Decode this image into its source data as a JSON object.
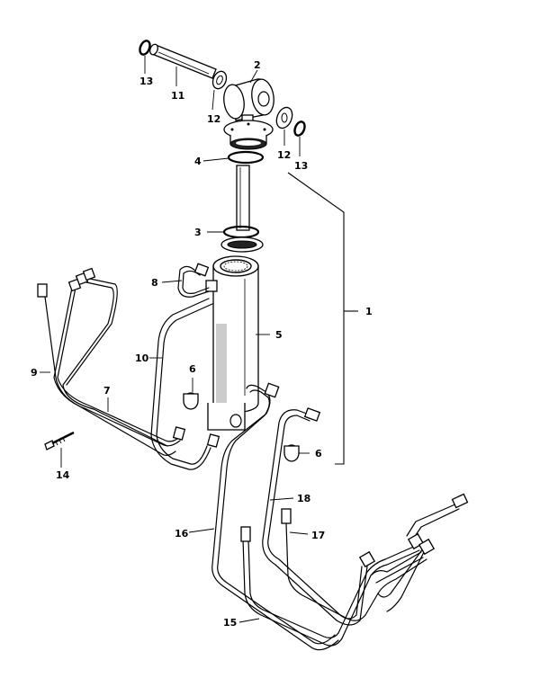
{
  "callouts": [
    {
      "id": "c1",
      "text": "1"
    },
    {
      "id": "c2",
      "text": "2"
    },
    {
      "id": "c3",
      "text": "3"
    },
    {
      "id": "c4",
      "text": "4"
    },
    {
      "id": "c5",
      "text": "5"
    },
    {
      "id": "c6a",
      "text": "6"
    },
    {
      "id": "c6b",
      "text": "6"
    },
    {
      "id": "c7",
      "text": "7"
    },
    {
      "id": "c8",
      "text": "8"
    },
    {
      "id": "c9",
      "text": "9"
    },
    {
      "id": "c10",
      "text": "10"
    },
    {
      "id": "c11",
      "text": "11"
    },
    {
      "id": "c12a",
      "text": "12"
    },
    {
      "id": "c12b",
      "text": "12"
    },
    {
      "id": "c13a",
      "text": "13"
    },
    {
      "id": "c13b",
      "text": "13"
    },
    {
      "id": "c14",
      "text": "14"
    },
    {
      "id": "c15",
      "text": "15"
    },
    {
      "id": "c16",
      "text": "16"
    },
    {
      "id": "c17",
      "text": "17"
    },
    {
      "id": "c18",
      "text": "18"
    }
  ]
}
